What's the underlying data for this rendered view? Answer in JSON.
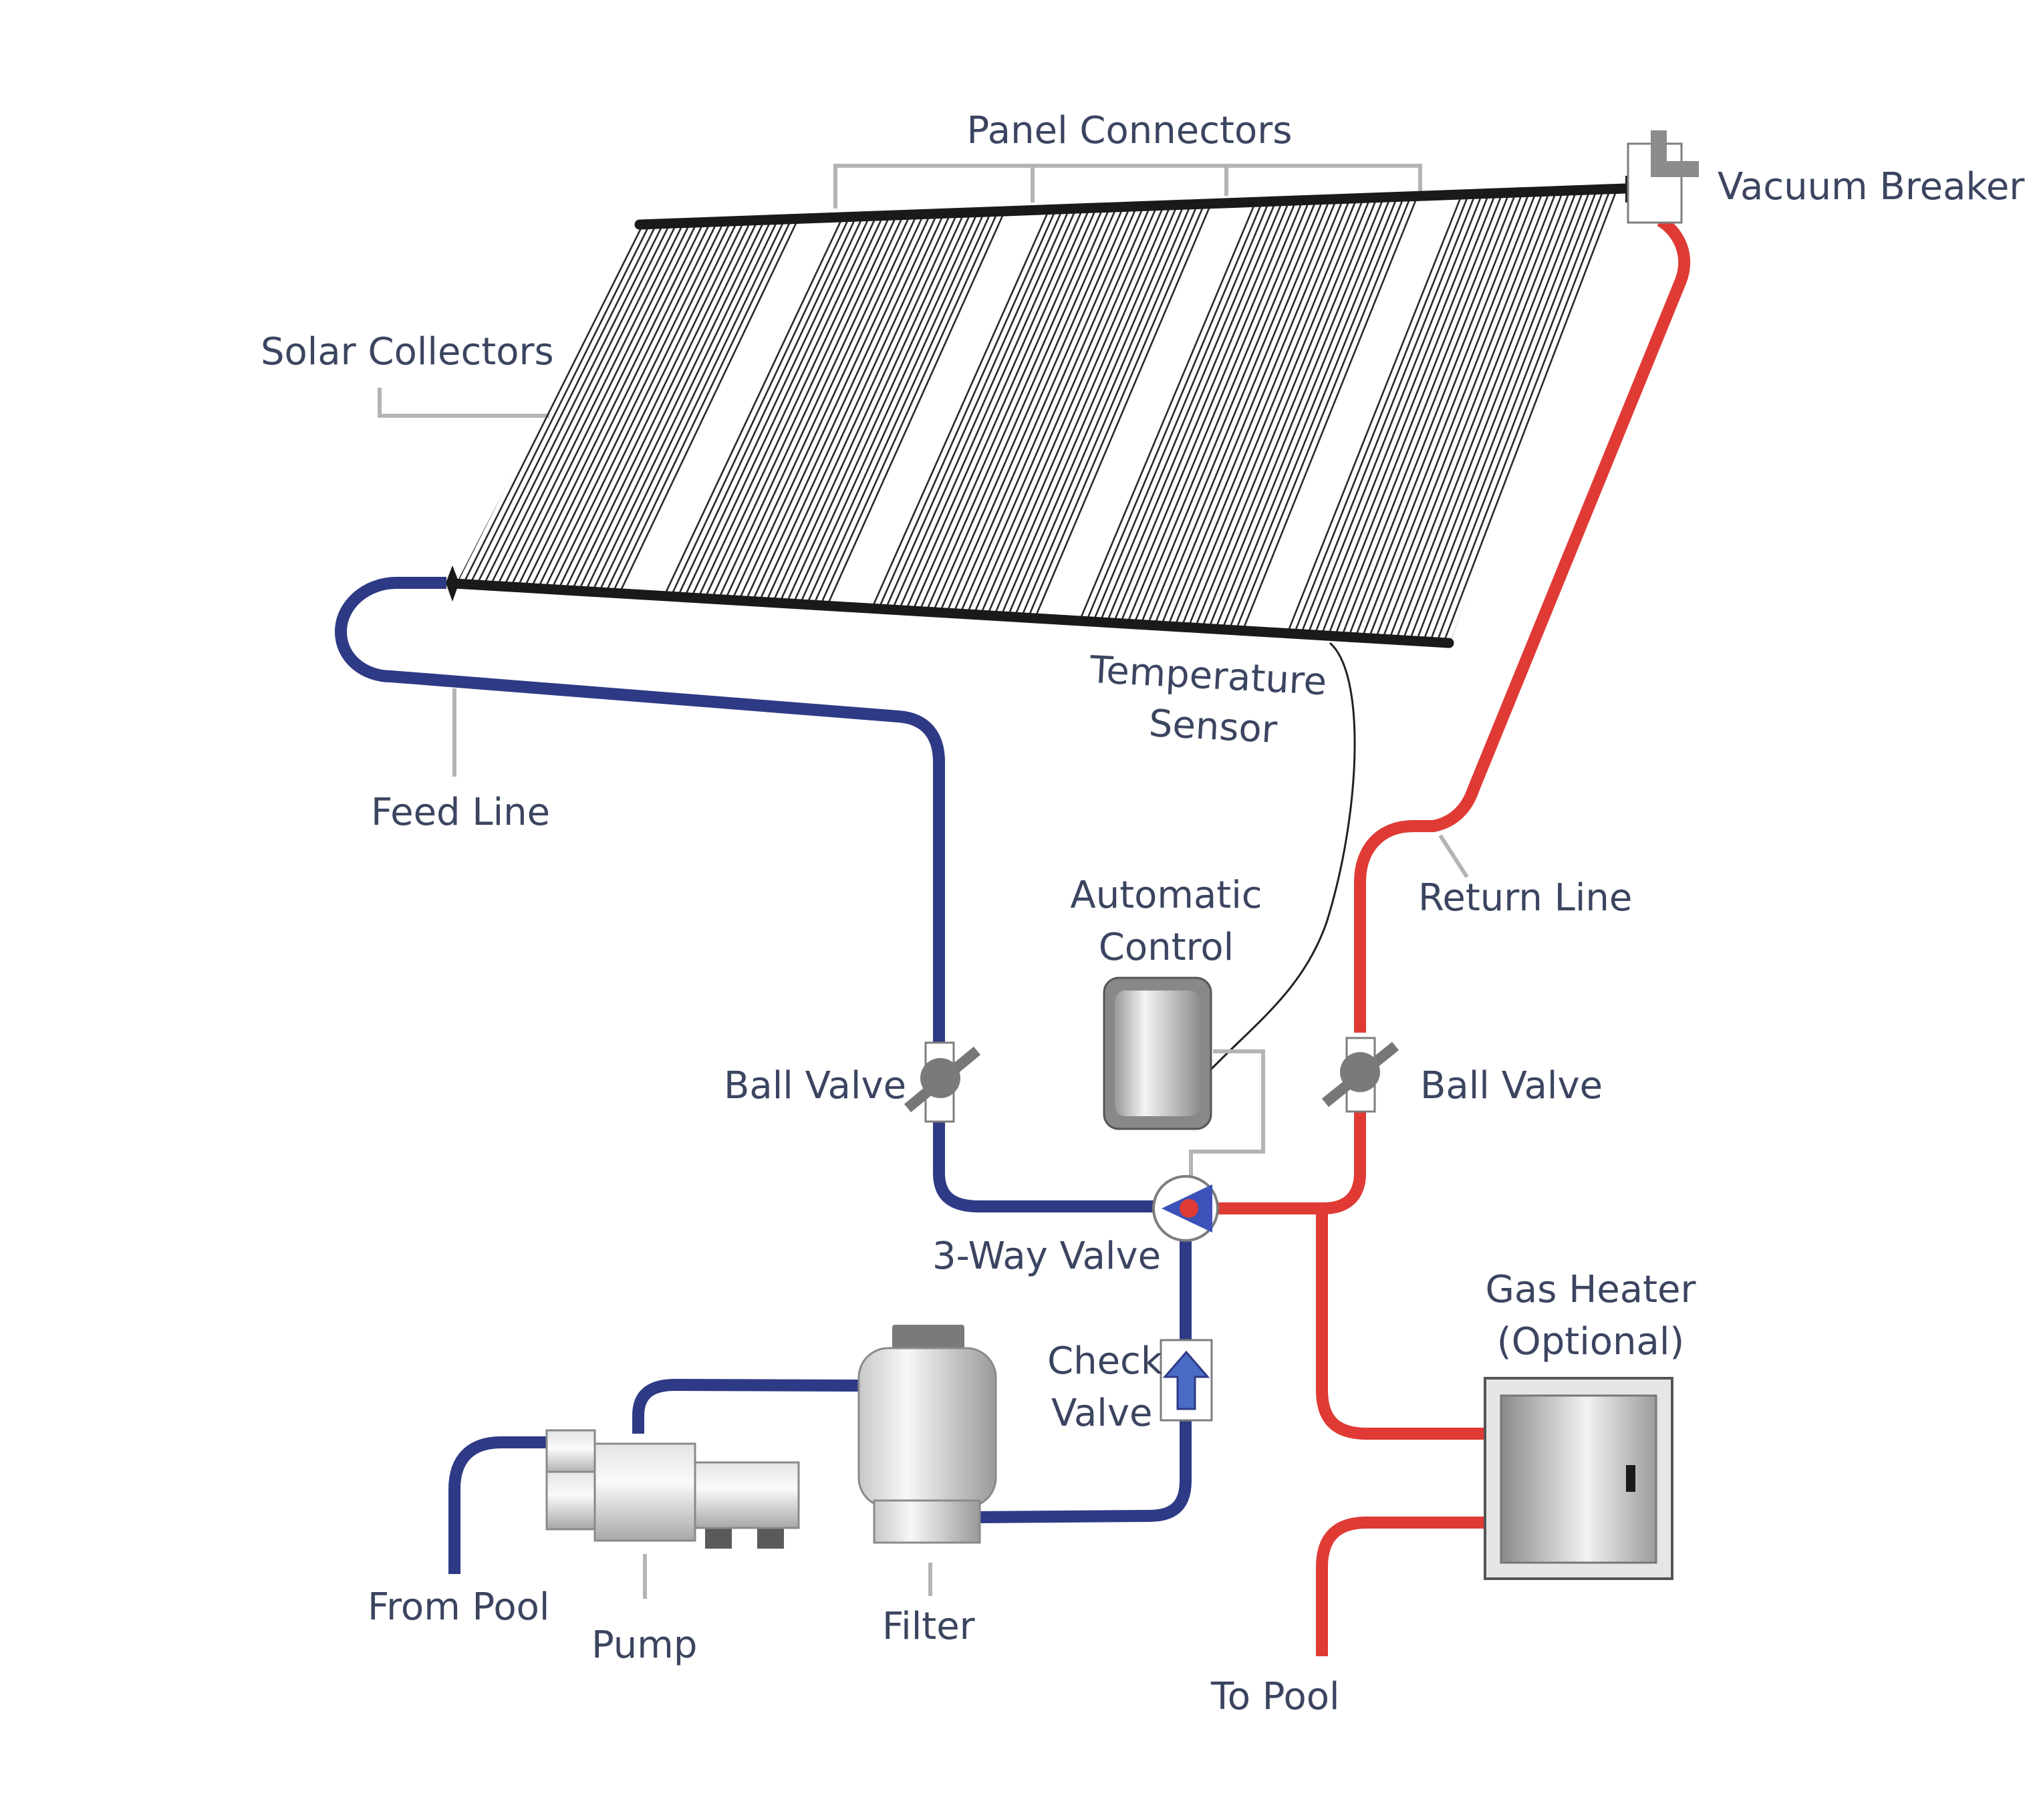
{
  "labels": {
    "panel_connectors": "Panel Connectors",
    "vacuum_breaker": "Vacuum Breaker",
    "solar_collectors": "Solar Collectors",
    "temperature_sensor_1": "Temperature",
    "temperature_sensor_2": "Sensor",
    "feed_line": "Feed Line",
    "return_line": "Return Line",
    "automatic_control_1": "Automatic",
    "automatic_control_2": "Control",
    "ball_valve_left": "Ball Valve",
    "ball_valve_right": "Ball Valve",
    "three_way_valve": "3-Way Valve",
    "check_valve_1": "Check",
    "check_valve_2": "Valve",
    "gas_heater_1": "Gas Heater",
    "gas_heater_2": "(Optional)",
    "from_pool": "From Pool",
    "pump": "Pump",
    "filter": "Filter",
    "to_pool": "To Pool"
  },
  "colors": {
    "cold_pipe": "#2e3a85",
    "hot_pipe": "#e03a35",
    "label_text": "#3b4560",
    "leader_line": "#b4b4b4",
    "collector_bar": "#1a1a1a",
    "valve_handle": "#777777"
  },
  "icons": {
    "check_valve_arrow": "up-arrow-icon",
    "valve": "ball-valve-icon"
  }
}
